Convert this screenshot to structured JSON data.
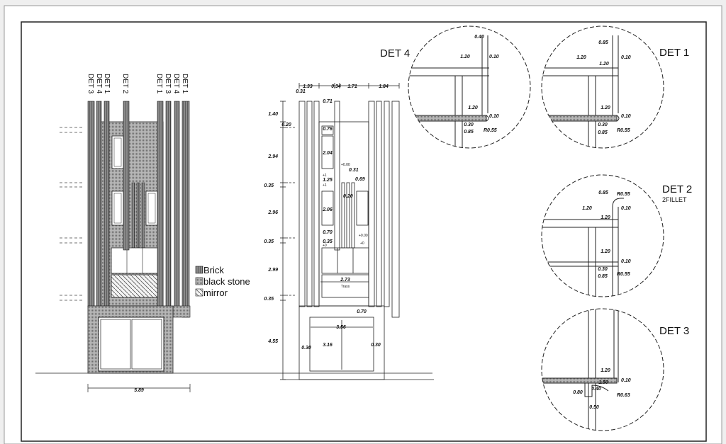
{
  "elevation_left": {
    "labels": [
      "DET 3",
      "DET 4",
      "DET 1",
      "DET 2",
      "DET 1",
      "DET 3",
      "DET 4",
      "DET 1"
    ],
    "width": "5.89"
  },
  "legend": [
    {
      "label": "Brick",
      "swatch": "brick"
    },
    {
      "label": "black stone",
      "swatch": "stone"
    },
    {
      "label": "mirror",
      "swatch": "mirror"
    }
  ],
  "elevation_right": {
    "top_dims": [
      "1.33",
      "0.31",
      "0.34",
      "1.71",
      "1.84",
      "0.71"
    ],
    "left_dims": [
      "1.40",
      "0.20",
      "2.94",
      "0.35",
      "2.96",
      "0.35",
      "2.99",
      "0.35",
      "4.55"
    ],
    "inner_dims": [
      "0.76",
      "2.04",
      "+0.00",
      "0.31",
      "1.25",
      "0.69",
      "0.20",
      "2.06",
      "0.70",
      "+0.00",
      "0.35",
      "2.73",
      "Trass",
      "0.70",
      "3.56",
      "0.30",
      "3.16",
      "0.30"
    ],
    "small_marks": [
      "+1",
      "+1",
      "+0",
      "+0"
    ]
  },
  "details": [
    {
      "title": "DET 4",
      "subtitle": "",
      "dims": [
        "0.40",
        "1.20",
        "0.10",
        "1.20",
        "0.10",
        "0.30",
        "0.85",
        "R0.55"
      ]
    },
    {
      "title": "DET 1",
      "subtitle": "",
      "dims": [
        "0.85",
        "1.20",
        "0.10",
        "1.20",
        "1.20",
        "0.10",
        "0.30",
        "0.85",
        "R0.55"
      ]
    },
    {
      "title": "DET 2",
      "subtitle": "2FILLET",
      "dims": [
        "0.85",
        "R0.55",
        "1.20",
        "0.10",
        "1.20",
        "1.20",
        "0.10",
        "0.30",
        "0.85",
        "R0.55"
      ]
    },
    {
      "title": "DET 3",
      "subtitle": "",
      "dims": [
        "1.20",
        "1.50",
        "0.10",
        "0.80",
        "0.40",
        "R0.63",
        "0.50"
      ]
    }
  ]
}
